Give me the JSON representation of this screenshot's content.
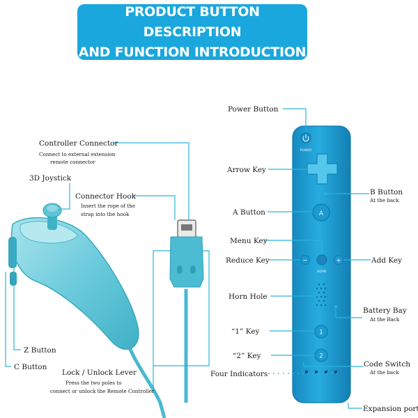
{
  "banner": {
    "line1": "PRODUCT BUTTON DESCRIPTION",
    "line2": "AND FUNCTION INTRODUCTION"
  },
  "nunchuk": {
    "controller_connector": {
      "label": "Controller Connector",
      "line1": "Connect to external extension",
      "line2": "remote connector"
    },
    "joystick": {
      "label": "3D Joystick"
    },
    "connector_hook": {
      "label": "Connector Hook",
      "line1": "Insert the rope of the",
      "line2": "strap into the hook"
    },
    "z_button": {
      "label": "Z Button"
    },
    "c_button": {
      "label": "C Button"
    },
    "lock_lever": {
      "label": "Lock / Unlock Lever",
      "line1": "Press the two poles to",
      "line2": "connect or unlock the Remote Controller"
    }
  },
  "remote": {
    "power_button": {
      "label": "Power Button",
      "glyph": "POWER"
    },
    "arrow_key": {
      "label": "Arrow Key"
    },
    "b_button": {
      "label": "B Button",
      "sub": "At the back"
    },
    "a_button": {
      "label": "A Button",
      "glyph": "A"
    },
    "menu_key": {
      "label": "Menu Key"
    },
    "reduce_key": {
      "label": "Reduce Key",
      "glyph": "−"
    },
    "add_key": {
      "label": "Add Key",
      "glyph": "+"
    },
    "home_label": "HOME",
    "horn_hole": {
      "label": "Horn Hole"
    },
    "battery_bay": {
      "label": "Battery Bay",
      "sub": "At the Back"
    },
    "key_1": {
      "label": "“1” Key",
      "glyph": "1"
    },
    "key_2": {
      "label": "“2” Key",
      "glyph": "2"
    },
    "code_switch": {
      "label": "Code Switch",
      "sub": "At the back"
    },
    "four_indicators": {
      "label": "Four Indicators"
    },
    "expansion_port": {
      "label": "Expansion port"
    }
  },
  "colors": {
    "banner": "#1aa7dd",
    "leader": "#2ab3df",
    "remote_body": "#1d9fd6",
    "nunchuk_body": "#7fd3e0"
  }
}
